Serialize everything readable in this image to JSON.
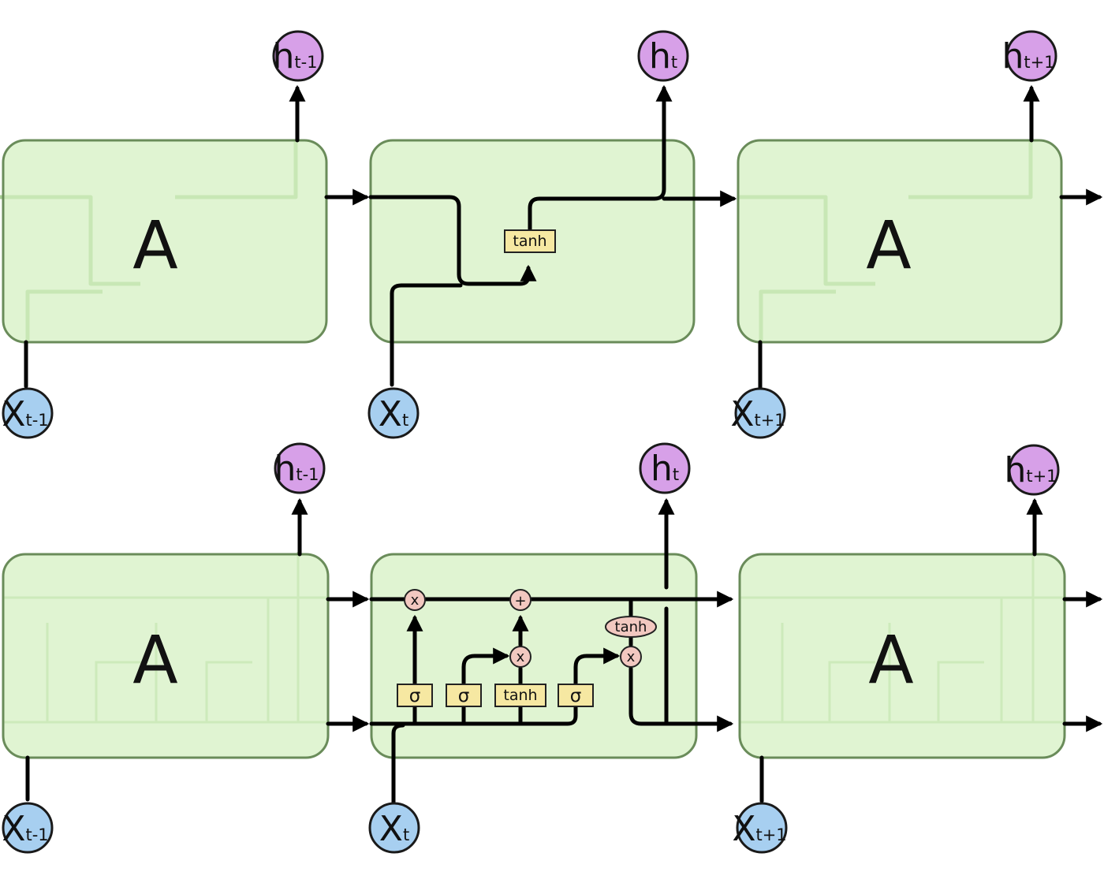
{
  "cell_label": "A",
  "labels": {
    "h_prev": {
      "base": "h",
      "sub": "t-1"
    },
    "h_curr": {
      "base": "h",
      "sub": "t"
    },
    "h_next": {
      "base": "h",
      "sub": "t+1"
    },
    "x_prev": {
      "base": "X",
      "sub": "t-1"
    },
    "x_curr": {
      "base": "X",
      "sub": "t"
    },
    "x_next": {
      "base": "X",
      "sub": "t+1"
    }
  },
  "rnn": {
    "tanh": "tanh"
  },
  "lstm": {
    "sigma": "σ",
    "tanh": "tanh",
    "multiply": "x",
    "add": "+"
  },
  "colors": {
    "cell_fill": "#d4f0c0",
    "cell_stroke": "#6a8c5a",
    "h_node": "#d7a0e8",
    "x_node": "#a7cff0",
    "layer": "#f6e8a2",
    "pointwise_op": "#f2c8c0"
  }
}
